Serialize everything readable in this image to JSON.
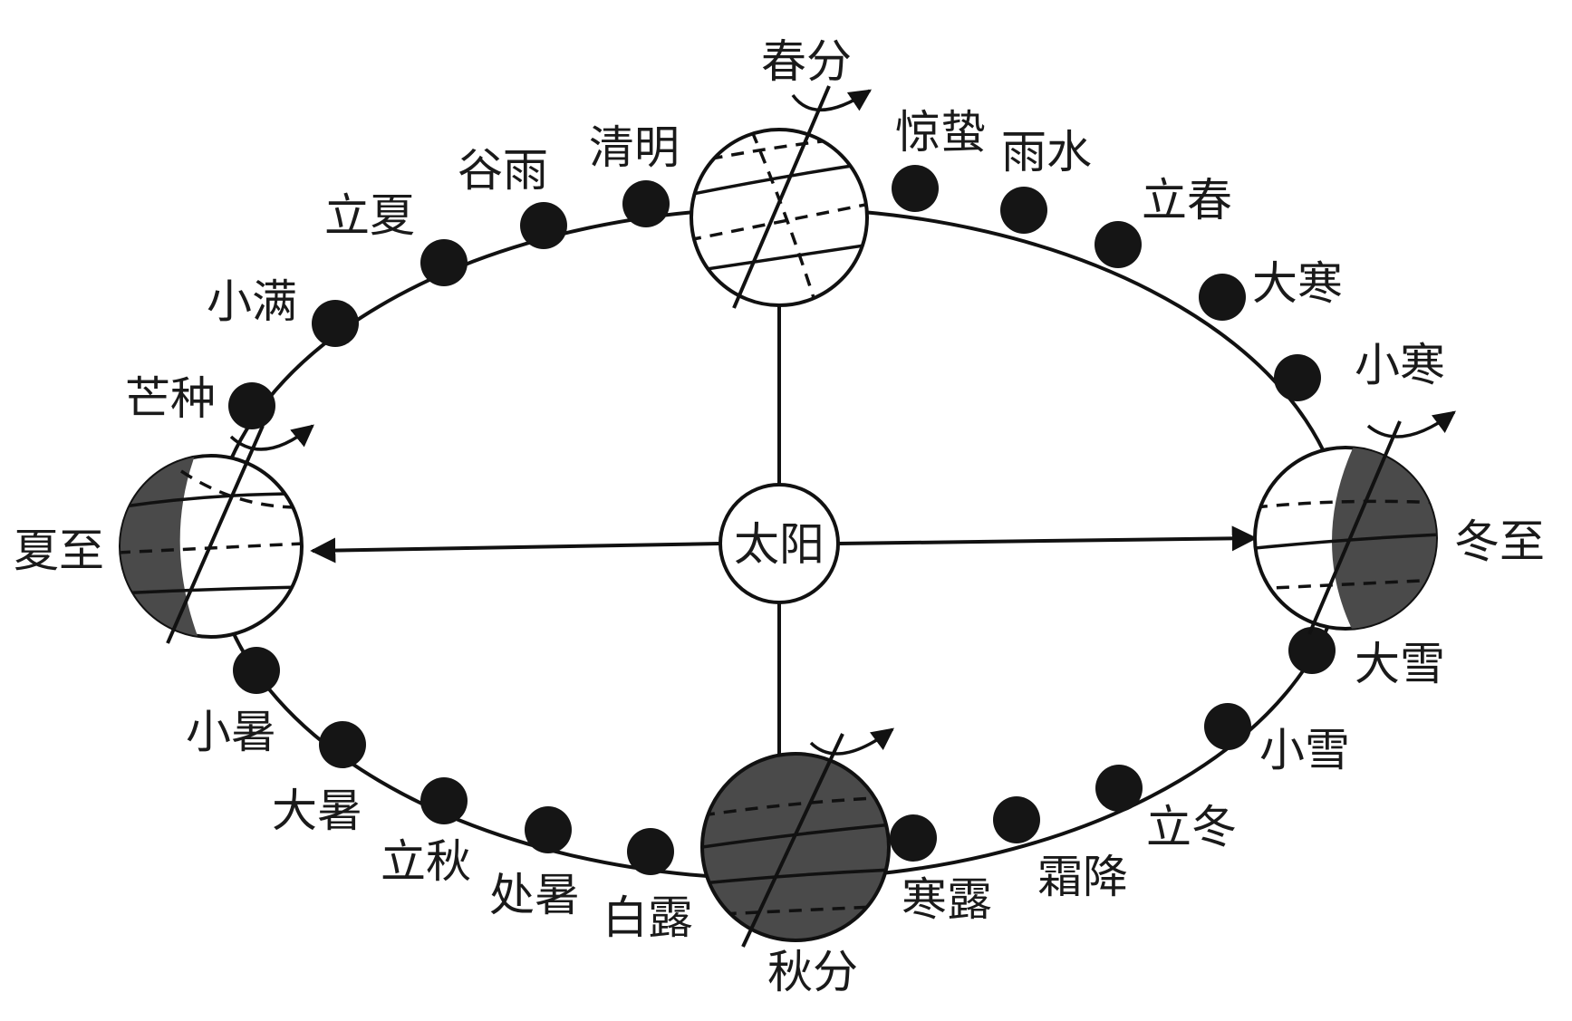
{
  "sun": {
    "label": "太阳"
  },
  "solar_terms": [
    "春分",
    "惊蛰",
    "雨水",
    "立春",
    "大寒",
    "小寒",
    "冬至",
    "大雪",
    "小雪",
    "立冬",
    "霜降",
    "寒露",
    "秋分",
    "白露",
    "处暑",
    "立秋",
    "大暑",
    "小暑",
    "夏至",
    "芒种",
    "小满",
    "立夏",
    "谷雨",
    "清明"
  ],
  "colors": {
    "ink": "#111111",
    "dot": "#151515",
    "night_side": "#4a4a4a",
    "day_side": "#ffffff"
  }
}
